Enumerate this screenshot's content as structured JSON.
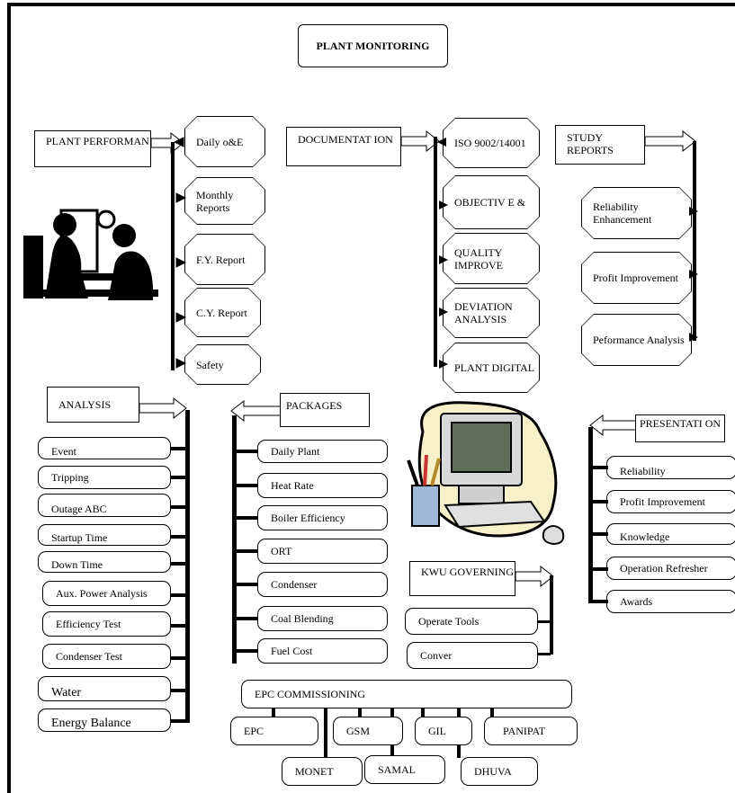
{
  "title": "PLANT MONITORING",
  "plant": {
    "header": "PLANT PERFORMAN",
    "items": [
      "Daily o&E",
      "Monthly Reports",
      "F.Y. Report",
      "C.Y. Report",
      "Safety"
    ]
  },
  "documentation": {
    "header": "DOCUMENTAT ION",
    "items": [
      "ISO 9002/14001",
      "OBJECTIV E &",
      "QUALITY IMPROVE",
      "DEVIATION ANALYSIS",
      "PLANT DIGITAL"
    ]
  },
  "study": {
    "header": "STUDY REPORTS",
    "items": [
      "Reliability Enhancement",
      "Profit Improvement",
      "Peformance Analysis"
    ]
  },
  "analysis": {
    "header": "ANALYSIS",
    "items": [
      "Event",
      "Tripping",
      "Outage ABC",
      "Startup Time",
      "Down Time",
      "Aux. Power Analysis",
      "Efficiency Test",
      "Condenser Test",
      "Water",
      "Energy Balance"
    ]
  },
  "packages": {
    "header": "PACKAGES",
    "items": [
      "Daily Plant",
      "Heat Rate",
      "Boiler Efficiency",
      "ORT",
      "Condenser",
      "Coal Blending",
      "Fuel Cost"
    ]
  },
  "presentation": {
    "header": "PRESENTATI ON",
    "items": [
      "Reliability",
      "Profit Improvement",
      "Knowledge",
      "Operation Refresher",
      "Awards"
    ]
  },
  "kwu": {
    "header": "KWU GOVERNING",
    "items": [
      "Operate Tools",
      "Conver"
    ]
  },
  "epc": {
    "header": "EPC COMMISSIONING",
    "items": [
      "EPC",
      "GSM",
      "GIL",
      "PANIPAT",
      "MONET",
      "SAMAL",
      "DHUVA"
    ]
  }
}
